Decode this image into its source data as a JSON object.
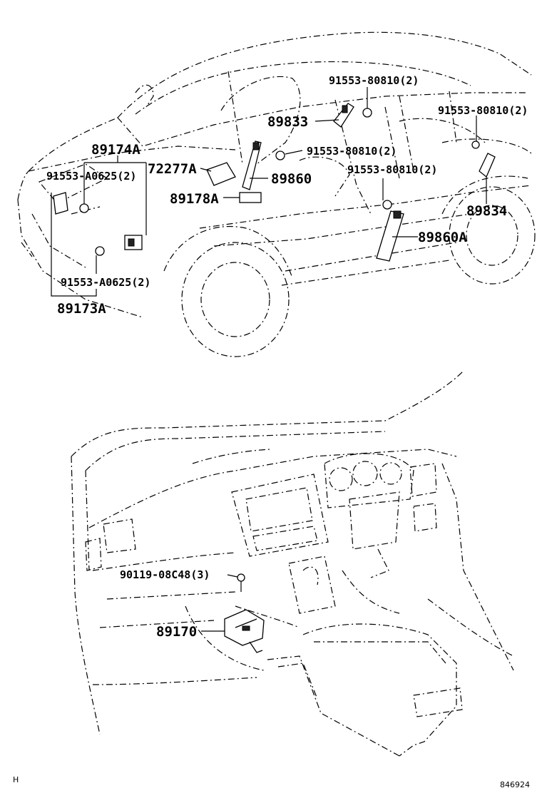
{
  "upper_view": {
    "labels": {
      "p_91553_80810_a": "91553-80810(2)",
      "p_89833": "89833",
      "p_91553_80810_b": "91553-80810(2)",
      "p_89174a": "89174A",
      "p_91553_80810_c": "91553-80810(2)",
      "p_72277a": "72277A",
      "p_91553_80810_d": "91553-80810(2)",
      "p_91553_a0625_a": "91553-A0625(2)",
      "p_89860": "89860",
      "p_89178a": "89178A",
      "p_89834": "89834",
      "p_89860a": "89860A",
      "p_91553_a0625_b": "91553-A0625(2)",
      "p_89173a": "89173A"
    }
  },
  "lower_view": {
    "labels": {
      "p_90119_08c48": "90119-08C48(3)",
      "p_89170": "89170"
    }
  },
  "footer": {
    "left_code": "H",
    "illustration_number": "846924"
  }
}
